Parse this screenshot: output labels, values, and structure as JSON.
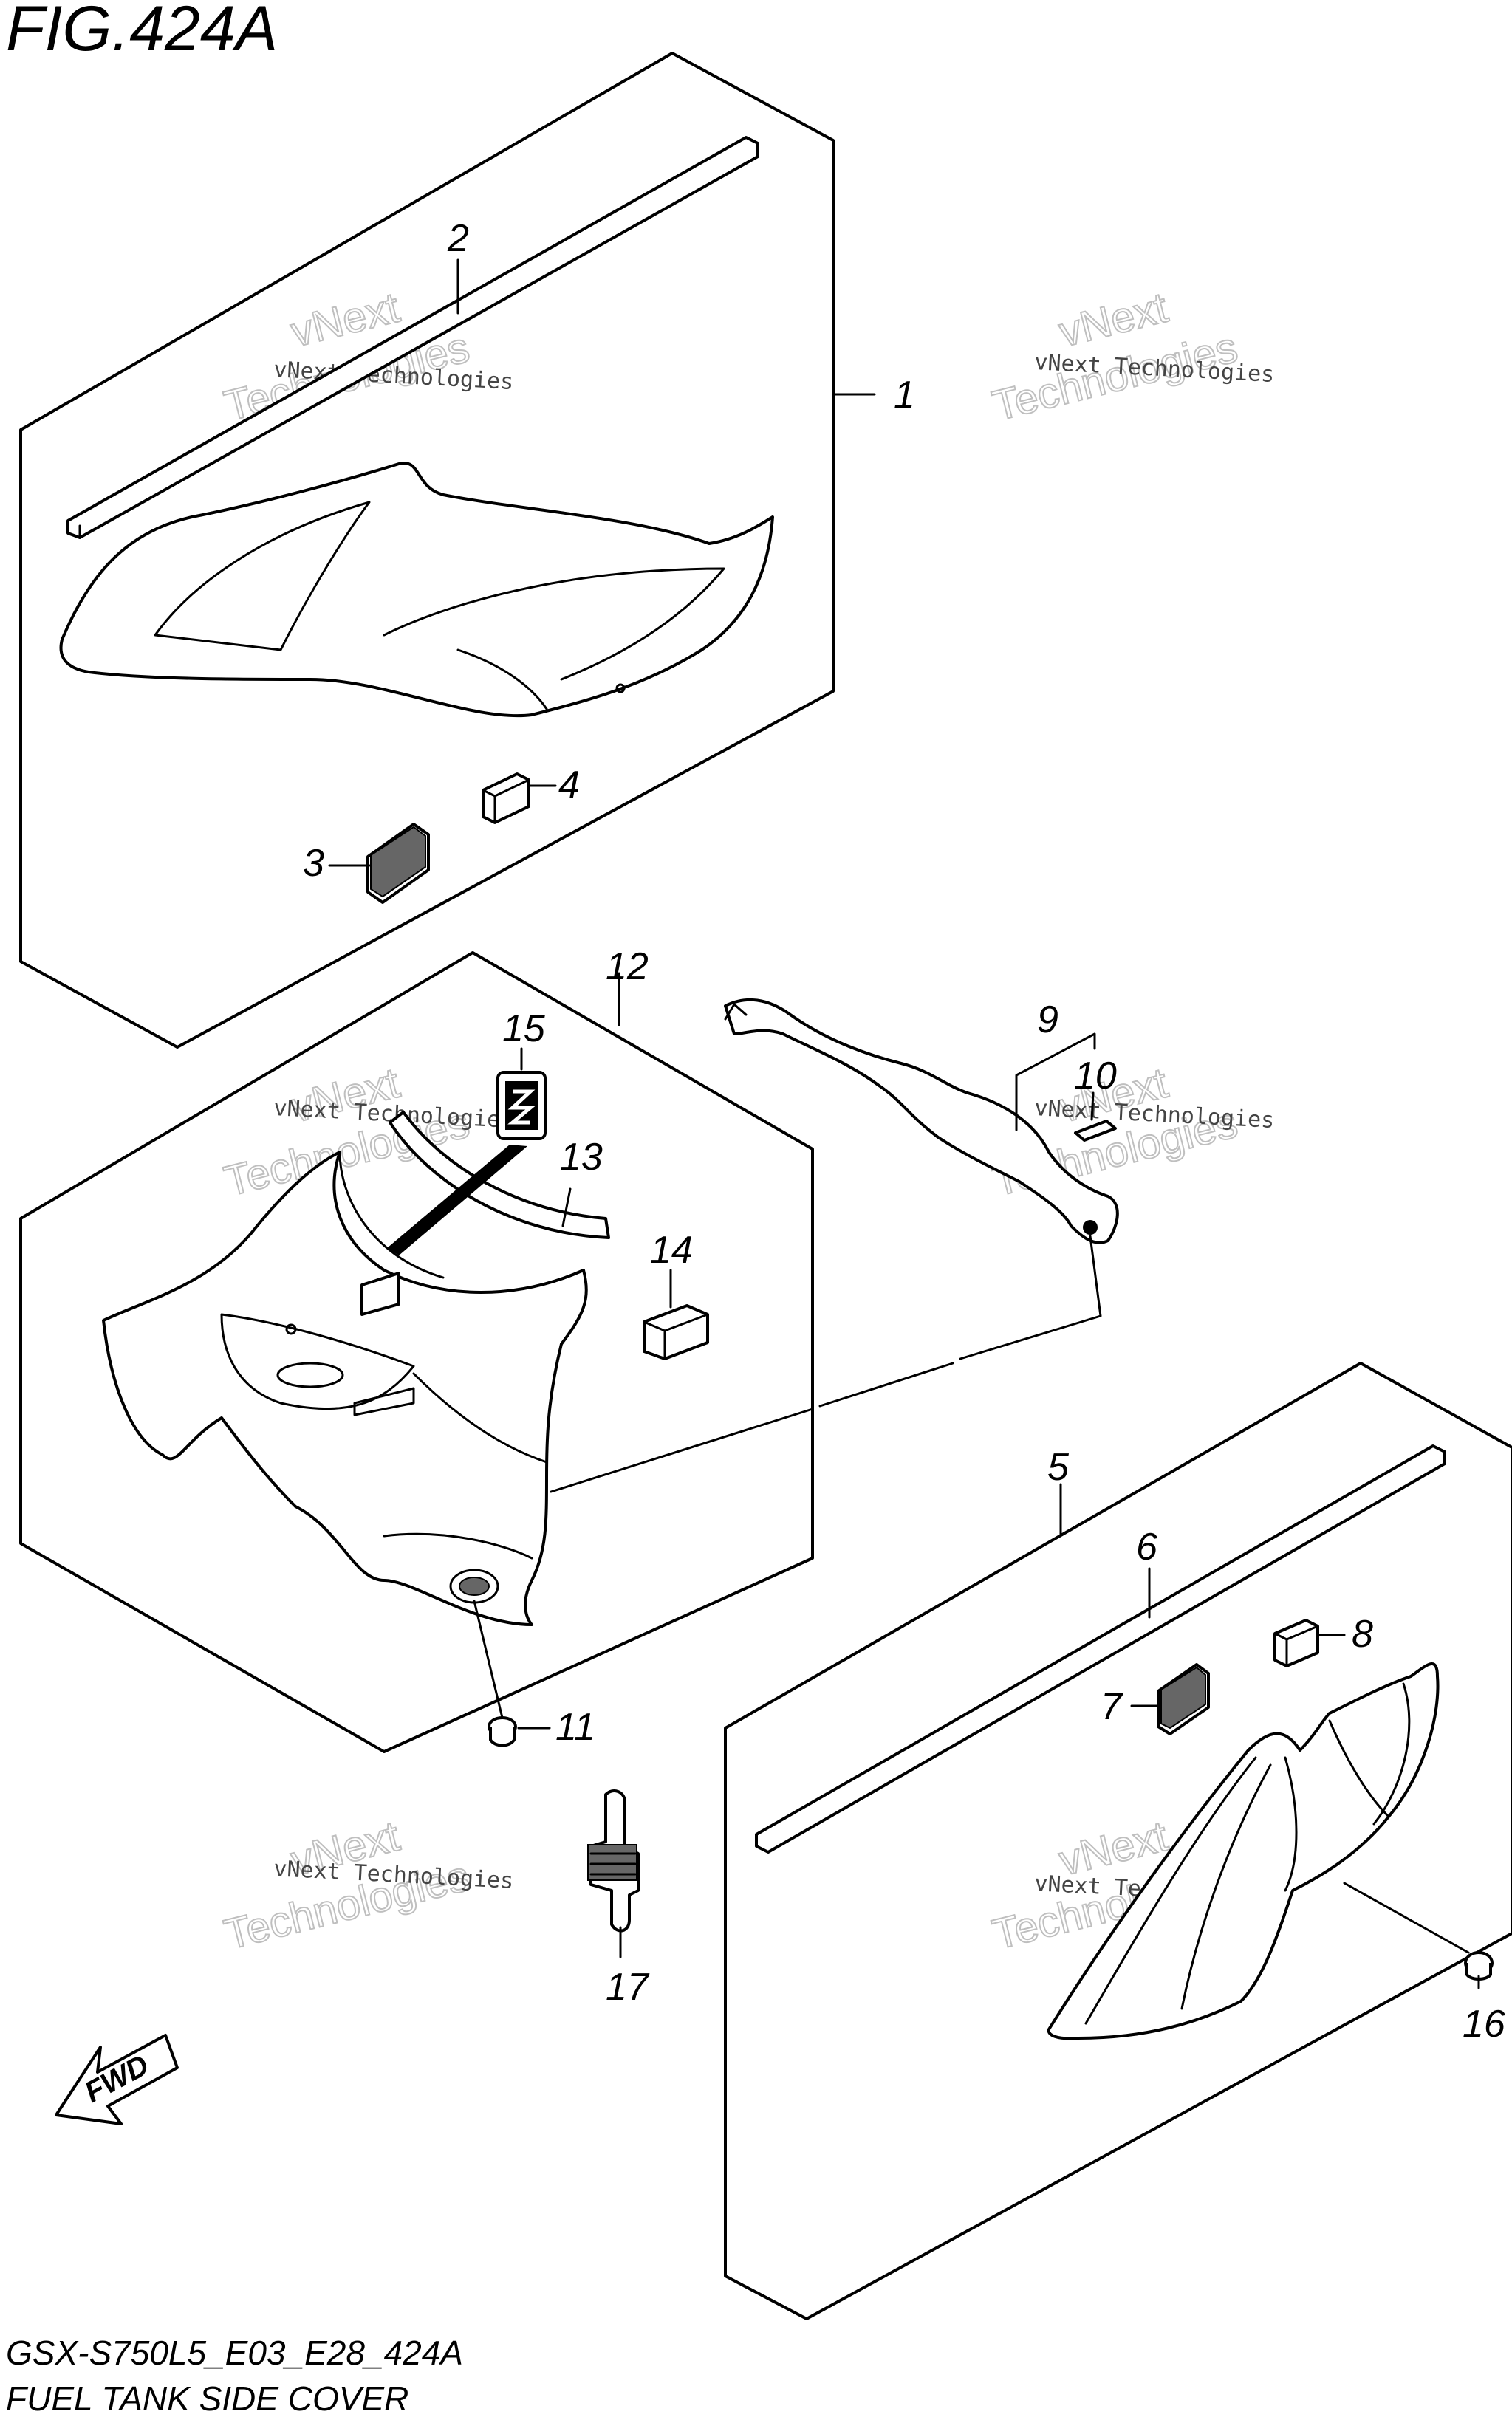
{
  "figure_title": "FIG.424A",
  "footer": {
    "model_code": "GSX-S750L5_E03_E28_424A",
    "section_name": "FUEL TANK SIDE COVER"
  },
  "fwd_label": "FWD",
  "watermark": {
    "line1": "vNext Technologies",
    "line2": "vNext",
    "line3": "Technologies"
  },
  "callouts": {
    "c1": "1",
    "c2": "2",
    "c3": "3",
    "c4": "4",
    "c5": "5",
    "c6": "6",
    "c7": "7",
    "c8": "8",
    "c9": "9",
    "c10": "10",
    "c11": "11",
    "c12": "12",
    "c13": "13",
    "c14": "14",
    "c15": "15",
    "c16": "16",
    "c17": "17"
  }
}
